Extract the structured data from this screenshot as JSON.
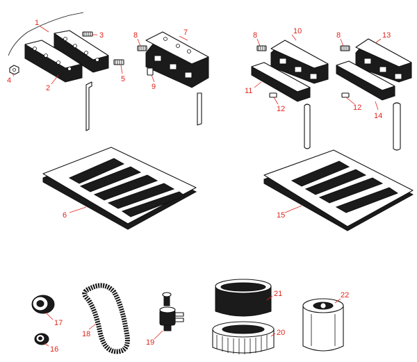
{
  "diagram": {
    "background": "#ffffff",
    "label_color": "#e0241b",
    "ink_color": "#111111",
    "callouts": [
      {
        "id": "1",
        "part": "wire-harness"
      },
      {
        "id": "2",
        "part": "lower-clamp-bar"
      },
      {
        "id": "3",
        "part": "screw"
      },
      {
        "id": "4",
        "part": "nut"
      },
      {
        "id": "5",
        "part": "bolt"
      },
      {
        "id": "6",
        "part": "tine-plate-left"
      },
      {
        "id": "7",
        "part": "bracket-housing"
      },
      {
        "id": "8",
        "part": "bolt"
      },
      {
        "id": "9",
        "part": "small-screw"
      },
      {
        "id": "8",
        "part": "bolt"
      },
      {
        "id": "10",
        "part": "upper-mount-bracket"
      },
      {
        "id": "11",
        "part": "lower-mount-bracket"
      },
      {
        "id": "12",
        "part": "small-screw"
      },
      {
        "id": "8",
        "part": "bolt"
      },
      {
        "id": "13",
        "part": "upper-mount-bracket"
      },
      {
        "id": "12",
        "part": "small-screw"
      },
      {
        "id": "14",
        "part": "lower-mount-bracket"
      },
      {
        "id": "15",
        "part": "tine-plate-right"
      },
      {
        "id": "17",
        "part": "seal-large"
      },
      {
        "id": "16",
        "part": "seal-small"
      },
      {
        "id": "18",
        "part": "drive-belt"
      },
      {
        "id": "19",
        "part": "switch"
      },
      {
        "id": "21",
        "part": "pre-filter"
      },
      {
        "id": "20",
        "part": "air-filter"
      },
      {
        "id": "22",
        "part": "oil-filter"
      }
    ]
  }
}
